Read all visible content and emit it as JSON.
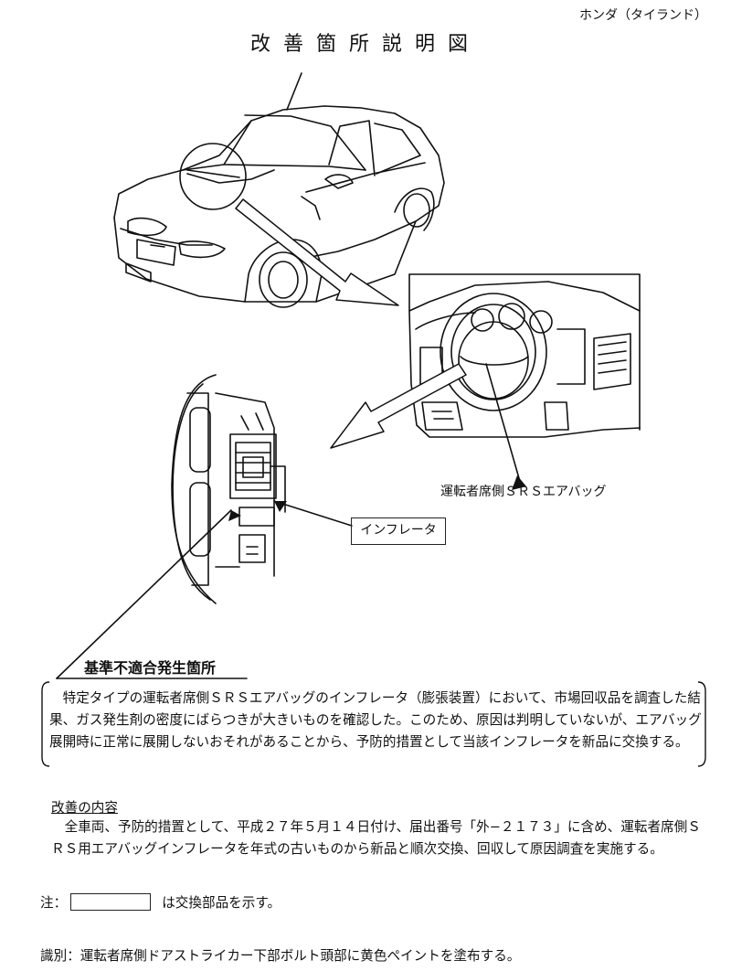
{
  "header": {
    "company": "ホンダ（タイランド）",
    "title": "改善箇所説明図"
  },
  "labels": {
    "driver_airbag": "運転者席側ＳＲＳエアバッグ",
    "inflator": "インフレータ"
  },
  "defect": {
    "heading": "基準不適合発生箇所",
    "text": "特定タイプの運転者席側ＳＲＳエアバッグのインフレータ（膨張装置）において、市場回収品を調査した結果、ガス発生剤の密度にばらつきが大きいものを確認した。このため、原因は判明していないが、エアバッグ展開時に正常に展開しないおそれがあることから、予防的措置として当該インフレータを新品に交換する。"
  },
  "remedy": {
    "heading": "改善の内容",
    "text": "全車両、予防的措置として、平成２７年５月１４日付け、届出番号「外−２１７３」に含め、運転者席側ＳＲＳ用エアバッグインフレータを年式の古いものから新品と順次交換、回収して原因調査を実施する。"
  },
  "note": {
    "prefix": "注：",
    "suffix": "は交換部品を示す。"
  },
  "identification": "識別：運転者席側ドアストライカー下部ボルト頭部に黄色ペイントを塗布する。"
}
